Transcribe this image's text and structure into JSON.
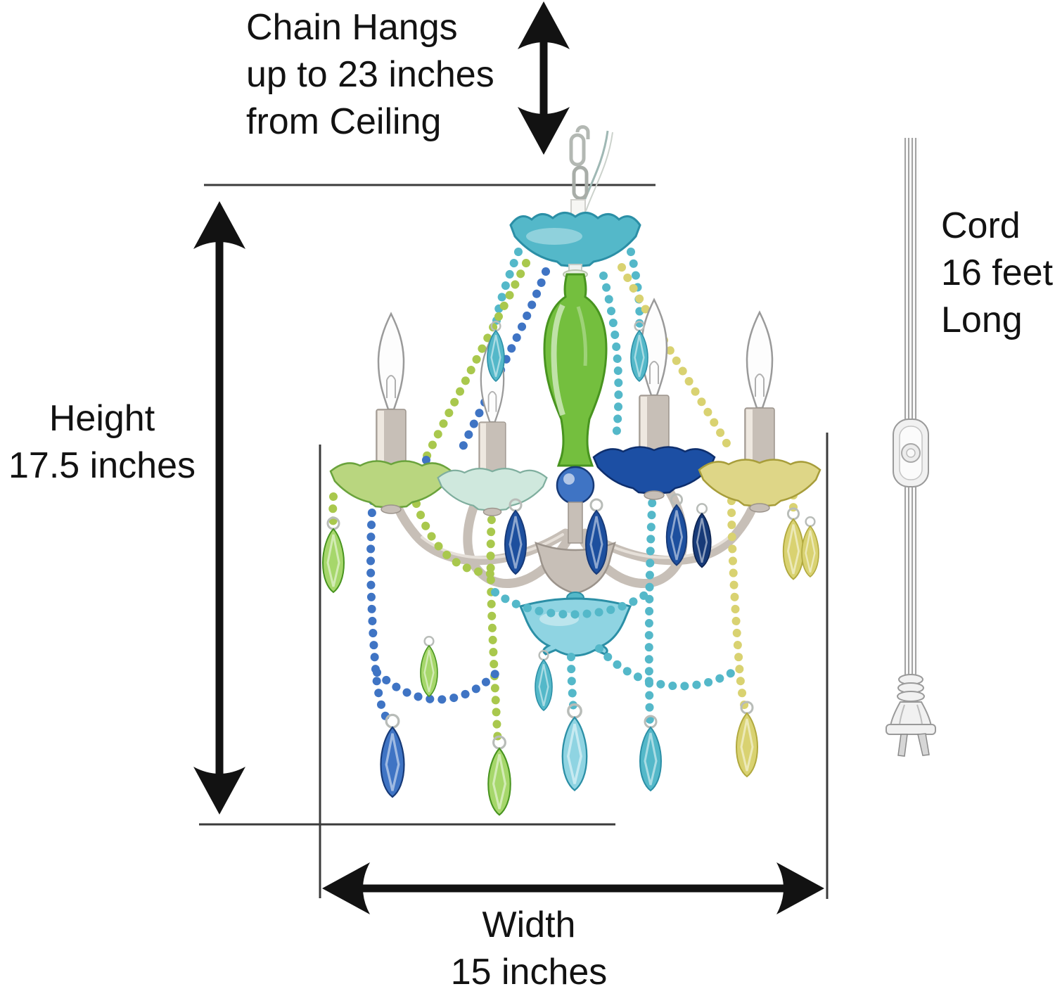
{
  "page": {
    "background": "#ffffff",
    "subject": "dimension diagram of a 4-arm multicolor crystal plug-in chandelier with hanging chain, 16-foot cord, inline switch and 2-prong plug"
  },
  "annotations": {
    "chain_hang": {
      "lines": [
        "Chain Hangs",
        "up to 23 inches",
        "from Ceiling"
      ]
    },
    "cord_length": {
      "lines": [
        "Cord",
        "16 feet",
        "Long"
      ]
    },
    "height": {
      "lines": [
        "Height",
        "17.5 inches"
      ]
    },
    "width": {
      "lines": [
        "Width",
        "15 inches"
      ]
    }
  },
  "measurements": {
    "chain_hang_inches": 23,
    "height_inches": 17.5,
    "width_inches": 15,
    "cord_feet": 16
  },
  "colors": {
    "ink": "#121212",
    "line": "#3b3b3b",
    "teal": "#54b8c9",
    "teal-dk": "#2b8fa6",
    "aqua": "#8fd4e2",
    "green": "#74bf3e",
    "green-lt": "#a6d76b",
    "green-dk": "#48941f",
    "peridot": "#a9c84d",
    "blue": "#1d4f9e",
    "blue-lt": "#3f74c4",
    "navy": "#173a78",
    "yellow": "#d9d271",
    "yellow-dk": "#b1a93e",
    "silver": "#c7bfb7",
    "silver-dk": "#9b938b"
  }
}
